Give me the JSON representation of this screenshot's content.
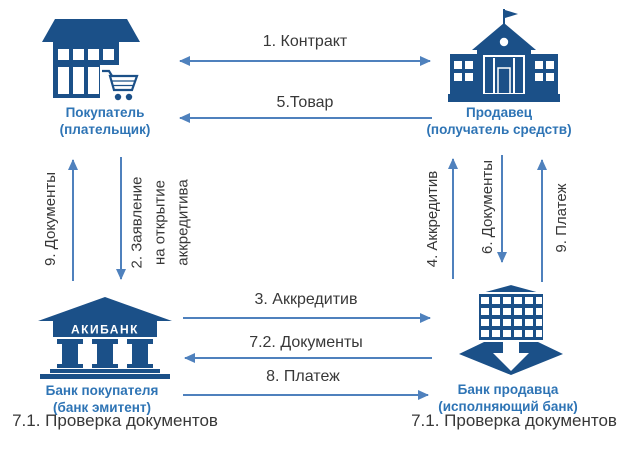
{
  "colors": {
    "icon_navy": "#1b5088",
    "arrow_blue": "#4f81bd",
    "label_blue": "#2e74b5",
    "text_dark": "#383838"
  },
  "entities": {
    "buyer": {
      "name": "Покупатель",
      "subtitle": "(плательщик)"
    },
    "seller": {
      "name": "Продавец",
      "subtitle": "(получатель средств)"
    },
    "buyer_bank": {
      "name": "Банк покупателя",
      "subtitle": "(банк эмитент)",
      "building_sign": "АКИБАНК",
      "note": "7.1. Проверка документов"
    },
    "seller_bank": {
      "name": "Банк продавца",
      "subtitle": "(исполняющий банк)",
      "note": "7.1. Проверка документов"
    }
  },
  "flows": {
    "contract": {
      "label": "1. Контракт"
    },
    "application": {
      "line1": "2. Заявление",
      "line2": "на открытие",
      "line3": "аккредитива"
    },
    "credit_between_banks": {
      "label": "3. Аккредитив"
    },
    "credit_advice_to_seller": {
      "label": "4. Аккредитив"
    },
    "goods": {
      "label": "5.Товар"
    },
    "documents_from_seller": {
      "label": "6. Документы"
    },
    "documents_between_banks": {
      "label": "7.2. Документы"
    },
    "payment_between_banks": {
      "label": "8. Платеж"
    },
    "documents_to_buyer": {
      "label": "9. Документы"
    },
    "payment_to_seller": {
      "label": "9. Платеж"
    }
  }
}
